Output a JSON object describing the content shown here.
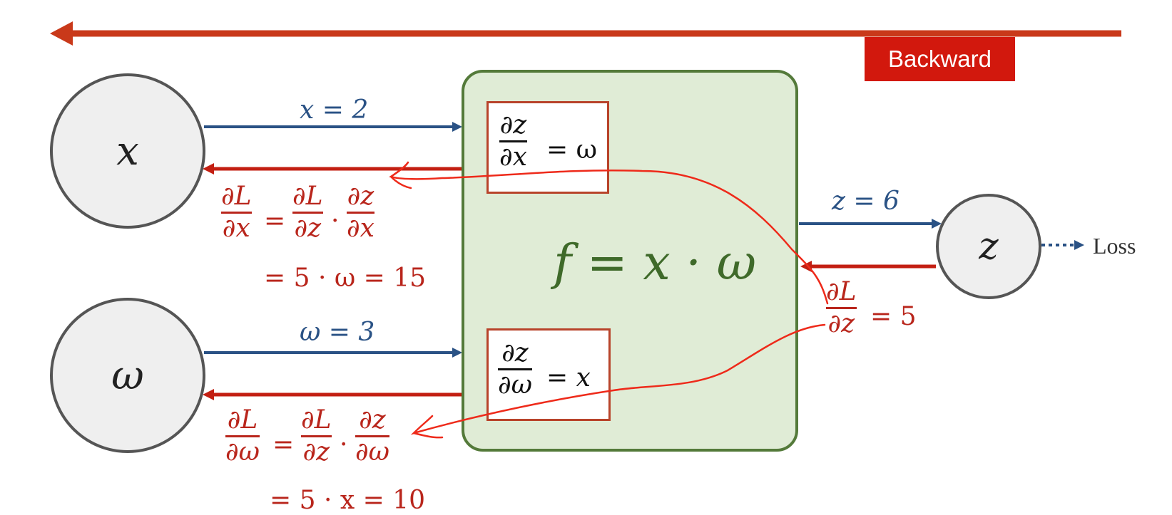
{
  "header": {
    "badge_label": "Backward",
    "arrow_color": "#c9391a",
    "badge_color": "#d2180d"
  },
  "nodes": {
    "x_label": "x",
    "w_label": "ω",
    "z_label": "z",
    "loss_label": "Loss"
  },
  "function_box": {
    "title": "f = x · ω",
    "fill": "#e0ecd6",
    "border": "#547a3a",
    "dz_dx": {
      "num": "∂z",
      "den": "∂x",
      "rhs": "= ω"
    },
    "dz_dw": {
      "num": "∂z",
      "den": "∂ω",
      "rhs": "= x"
    }
  },
  "forward": {
    "color": "#2a5285",
    "x_value": "x = 2",
    "w_value": "ω = 3",
    "z_value": "z = 6"
  },
  "backward": {
    "color": "#b9261c",
    "dL_dz": {
      "num": "∂L",
      "den": "∂z",
      "rhs": "= 5"
    },
    "dL_dx": {
      "lhs_num": "∂L",
      "lhs_den": "∂x",
      "eq": "=",
      "a_num": "∂L",
      "a_den": "∂z",
      "dot": "·",
      "b_num": "∂z",
      "b_den": "∂x",
      "result": "= 5 · ω = 15"
    },
    "dL_dw": {
      "lhs_num": "∂L",
      "lhs_den": "∂ω",
      "eq": "=",
      "a_num": "∂L",
      "a_den": "∂z",
      "dot": "·",
      "b_num": "∂z",
      "b_den": "∂ω",
      "result": "= 5 · x = 10"
    }
  }
}
